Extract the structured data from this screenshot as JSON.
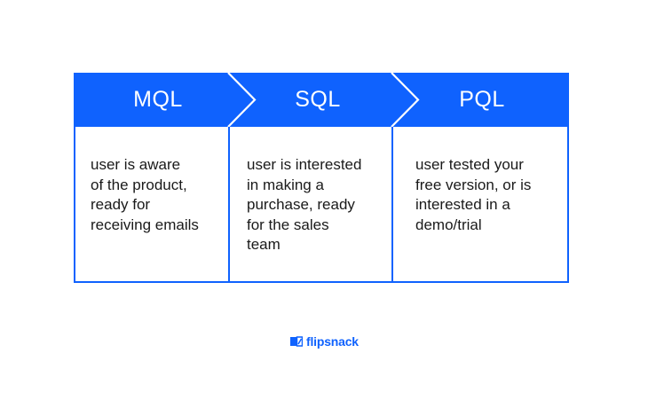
{
  "colors": {
    "brand_blue": "#0f62fe",
    "text": "#1a1a1a",
    "background": "#ffffff"
  },
  "stages": [
    {
      "label": "MQL",
      "description_lines": [
        "user is aware",
        "of the product,",
        "ready for",
        "receiving emails"
      ]
    },
    {
      "label": "SQL",
      "description_lines": [
        "user is interested",
        "in making a",
        "purchase, ready",
        "for the sales",
        "team"
      ]
    },
    {
      "label": "PQL",
      "description_lines": [
        "user tested your",
        "free version, or is",
        "interested in a",
        "demo/trial"
      ]
    }
  ],
  "logo": {
    "icon": "flipsnack-book-icon",
    "text": "flipsnack"
  }
}
